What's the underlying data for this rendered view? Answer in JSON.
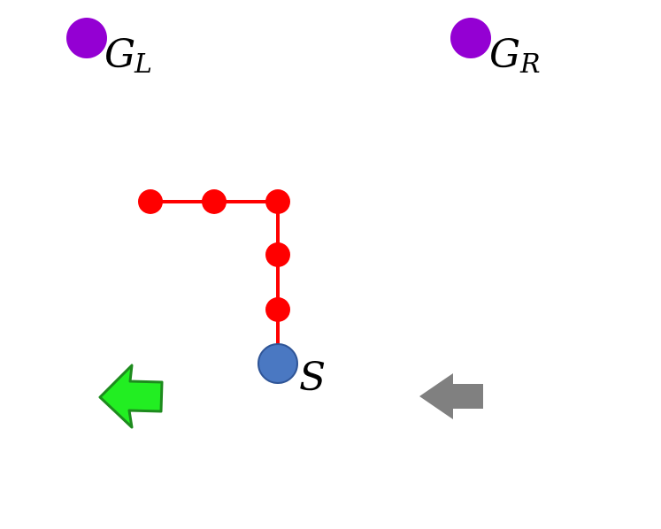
{
  "labels": {
    "goal_left": {
      "main": "G",
      "sub": "L"
    },
    "goal_right": {
      "main": "G",
      "sub": "R"
    },
    "start": {
      "main": "S"
    }
  },
  "colors": {
    "goal": "#9400D3",
    "start_fill": "#4A78C2",
    "start_stroke": "#2F5597",
    "path": "#FF0000",
    "arrow_green": "#22EE22",
    "arrow_green_stroke": "#1E8B1E",
    "arrow_gray": "#808080"
  },
  "icons": {
    "left_arrow_green": "left-arrow-icon",
    "left_arrow_gray": "left-arrow-icon"
  }
}
